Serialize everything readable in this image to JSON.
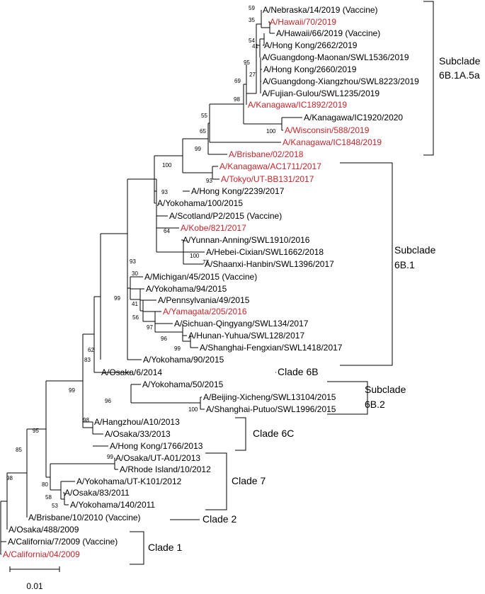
{
  "colors": {
    "normal": "#000000",
    "highlight": "#c0272d"
  },
  "taxa": [
    {
      "name": "A/Nebraska/14/2019 (Vaccine)",
      "hl": false
    },
    {
      "name": "A/Hawaii/70/2019",
      "hl": true
    },
    {
      "name": "A/Hawaii/66/2019 (Vaccine)",
      "hl": false
    },
    {
      "name": "A/Hong Kong/2662/2019",
      "hl": false
    },
    {
      "name": "A/Guangdong-Maonan/SWL1536/2019",
      "hl": false
    },
    {
      "name": "A/Hong Kong/2660/2019",
      "hl": false
    },
    {
      "name": "A/Guangdong-Xiangzhou/SWL8223/2019",
      "hl": false
    },
    {
      "name": "A/Fujian-Gulou/SWL1235/2019",
      "hl": false
    },
    {
      "name": "A/Kanagawa/IC1892/2019",
      "hl": true
    },
    {
      "name": "A/Kanagawa/IC1920/2020",
      "hl": false
    },
    {
      "name": "A/Wisconsin/588/2019",
      "hl": true
    },
    {
      "name": "A/Kanagawa/IC1848/2019",
      "hl": true
    },
    {
      "name": "A/Brisbane/02/2018",
      "hl": true
    },
    {
      "name": "A/Kanagawa/AC1711/2017",
      "hl": true
    },
    {
      "name": "A/Tokyo/UT-BB131/2017",
      "hl": true
    },
    {
      "name": "A/Hong Kong/2239/2017",
      "hl": false
    },
    {
      "name": "A/Yokohama/100/2015",
      "hl": false
    },
    {
      "name": "A/Scotland/P2/2015 (Vaccine)",
      "hl": false
    },
    {
      "name": "A/Kobe/821/2017",
      "hl": true
    },
    {
      "name": "A/Yunnan-Anning/SWL1910/2016",
      "hl": false
    },
    {
      "name": "A/Hebei-Cixian/SWL1662/2018",
      "hl": false
    },
    {
      "name": "A/Shaanxi-Hanbin/SWL1396/2017",
      "hl": false
    },
    {
      "name": "A/Michigan/45/2015 (Vaccine)",
      "hl": false
    },
    {
      "name": "A/Yokohama/94/2015",
      "hl": false
    },
    {
      "name": "A/Pennsylvania/49/2015",
      "hl": false
    },
    {
      "name": "A/Yamagata/205/2016",
      "hl": true
    },
    {
      "name": "A/Sichuan-Qingyang/SWL134/2017",
      "hl": false
    },
    {
      "name": "A/Hunan-Yuhua/SWL128/2017",
      "hl": false
    },
    {
      "name": "A/Shanghai-Fengxian/SWL1418/2017",
      "hl": false
    },
    {
      "name": "A/Yokohama/90/2015",
      "hl": false
    },
    {
      "name": "A/Osaka/6/2014",
      "hl": false
    },
    {
      "name": "A/Yokohama/50/2015",
      "hl": false
    },
    {
      "name": "A/Beijing-Xicheng/SWL13104/2015",
      "hl": false
    },
    {
      "name": "A/Shanghai-Putuo/SWL1996/2015",
      "hl": false
    },
    {
      "name": "A/Hangzhou/A10/2013",
      "hl": false
    },
    {
      "name": "A/Osaka/33/2013",
      "hl": false
    },
    {
      "name": "A/Hong Kong/1766/2013",
      "hl": false
    },
    {
      "name": "A/Osaka/UT-A01/2013",
      "hl": false
    },
    {
      "name": "A/Rhode Island/10/2012",
      "hl": false
    },
    {
      "name": "A/Yokohama/UT-K101/2012",
      "hl": false
    },
    {
      "name": "A/Osaka/83/2011",
      "hl": false
    },
    {
      "name": "A/Yokohama/140/2011",
      "hl": false
    },
    {
      "name": "A/Brisbane/10/2010 (Vaccine)",
      "hl": false
    },
    {
      "name": "A/Osaka/488/2009",
      "hl": false
    },
    {
      "name": "A/California/7/2009 (Vaccine)",
      "hl": false
    },
    {
      "name": "A/California/04/2009",
      "hl": true
    }
  ],
  "bootstrap": [
    "59",
    "35",
    "54",
    "41",
    "95",
    "27",
    "69",
    "98",
    "55",
    "100",
    "65",
    "99",
    "100",
    "93",
    "93",
    "64",
    "100",
    "77",
    "30",
    "93",
    "41",
    "56",
    "97",
    "96",
    "99",
    "99",
    "62",
    "83",
    "96",
    "100",
    "99",
    "98",
    "95",
    "99",
    "80",
    "58",
    "53",
    "85",
    "98"
  ],
  "clades": [
    {
      "line1": "Subclade",
      "line2": "6B.1A.5a"
    },
    {
      "line1": "Subclade",
      "line2": "6B.1"
    },
    {
      "line1": "Clade 6B",
      "line2": ""
    },
    {
      "line1": "Subclade",
      "line2": "6B.2"
    },
    {
      "line1": "Clade 6C",
      "line2": ""
    },
    {
      "line1": "Clade 7",
      "line2": ""
    },
    {
      "line1": "Clade 2",
      "line2": ""
    },
    {
      "line1": "Clade 1",
      "line2": ""
    }
  ],
  "scale_bar": {
    "label": "0.01"
  }
}
